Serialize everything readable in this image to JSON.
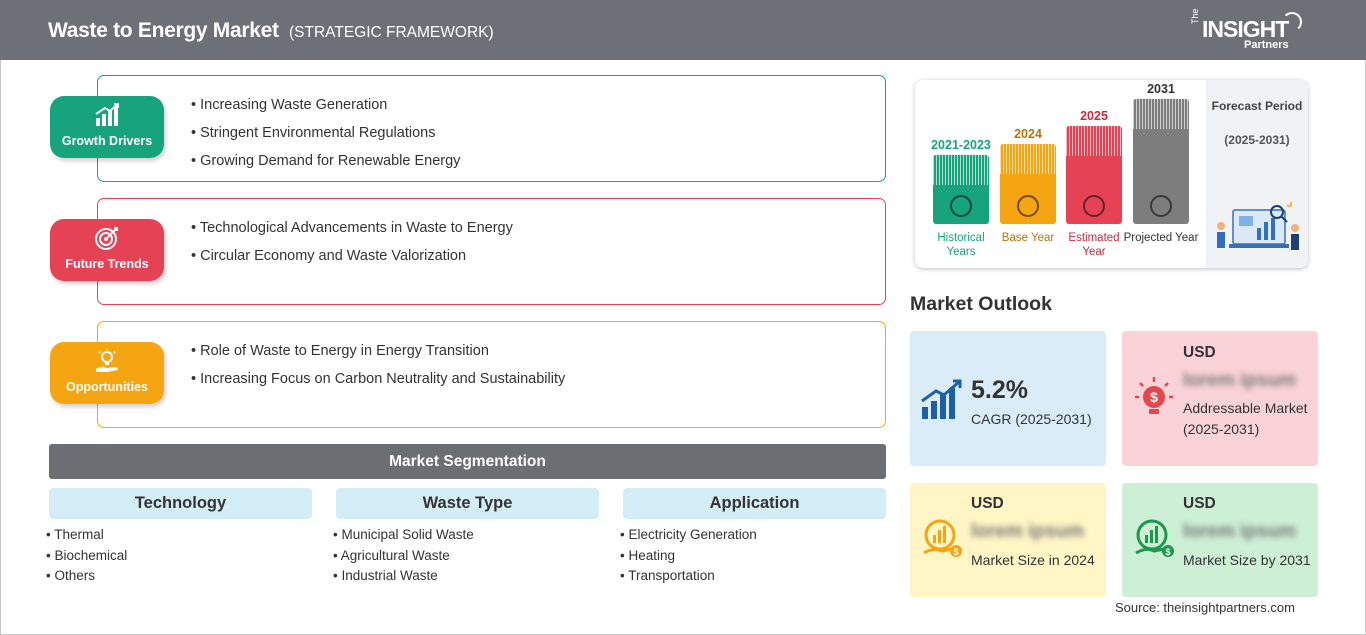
{
  "header": {
    "title": "Waste to Energy Market",
    "subtitle": "(STRATEGIC FRAMEWORK)",
    "logo_the": "The",
    "logo_insight": "INSIGHT",
    "logo_partners": "Partners"
  },
  "framework": {
    "growth": {
      "label": "Growth Drivers",
      "items": [
        "Increasing Waste Generation",
        "Stringent Environmental Regulations",
        "Growing Demand for Renewable Energy"
      ],
      "color": "#17a37c"
    },
    "trends": {
      "label": "Future Trends",
      "items": [
        "Technological Advancements in Waste to Energy",
        "Circular Economy and Waste Valorization"
      ],
      "color": "#e54355"
    },
    "opportunities": {
      "label": "Opportunities",
      "items": [
        "Role of Waste to Energy in Energy Transition",
        "Increasing Focus on Carbon Neutrality and Sustainability"
      ],
      "color": "#f5a512"
    }
  },
  "segmentation": {
    "title": "Market Segmentation",
    "columns": [
      {
        "heading": "Technology",
        "items": [
          "Thermal",
          "Biochemical",
          "Others"
        ]
      },
      {
        "heading": "Waste Type",
        "items": [
          "Municipal Solid Waste",
          "Agricultural Waste",
          "Industrial Waste"
        ]
      },
      {
        "heading": "Application",
        "items": [
          "Electricity Generation",
          "Heating",
          "Transportation"
        ]
      }
    ]
  },
  "timeline": {
    "forecast_label": "Forecast Period",
    "forecast_period": "(2025-2031)",
    "bars": [
      {
        "year": "2021-2023",
        "caption": "Historical Years",
        "level": 0.55,
        "color": "#17a37c",
        "text_color": "#17a37c"
      },
      {
        "year": "2024",
        "caption": "Base Year",
        "level": 0.64,
        "color": "#f5a512",
        "text_color": "#b8740a"
      },
      {
        "year": "2025",
        "caption": "Estimated Year",
        "level": 0.78,
        "color": "#e54355",
        "text_color": "#c92a3d"
      },
      {
        "year": "2031",
        "caption": "Projected Year",
        "level": 1.0,
        "color": "#7d7d7d",
        "text_color": "#333333"
      }
    ]
  },
  "outlook": {
    "title": "Market Outlook",
    "cagr_value": "5.2%",
    "cagr_label": "CAGR (2025-2031)",
    "addressable_currency": "USD",
    "addressable_value": "lorem ipsum",
    "addressable_label": "Addressable Market (2025-2031)",
    "size2024_currency": "USD",
    "size2024_value": "lorem ipsum",
    "size2024_label": "Market Size in 2024",
    "size2031_currency": "USD",
    "size2031_value": "lorem ipsum",
    "size2031_label": "Market Size by 2031"
  },
  "source": "Source: theinsightpartners.com"
}
